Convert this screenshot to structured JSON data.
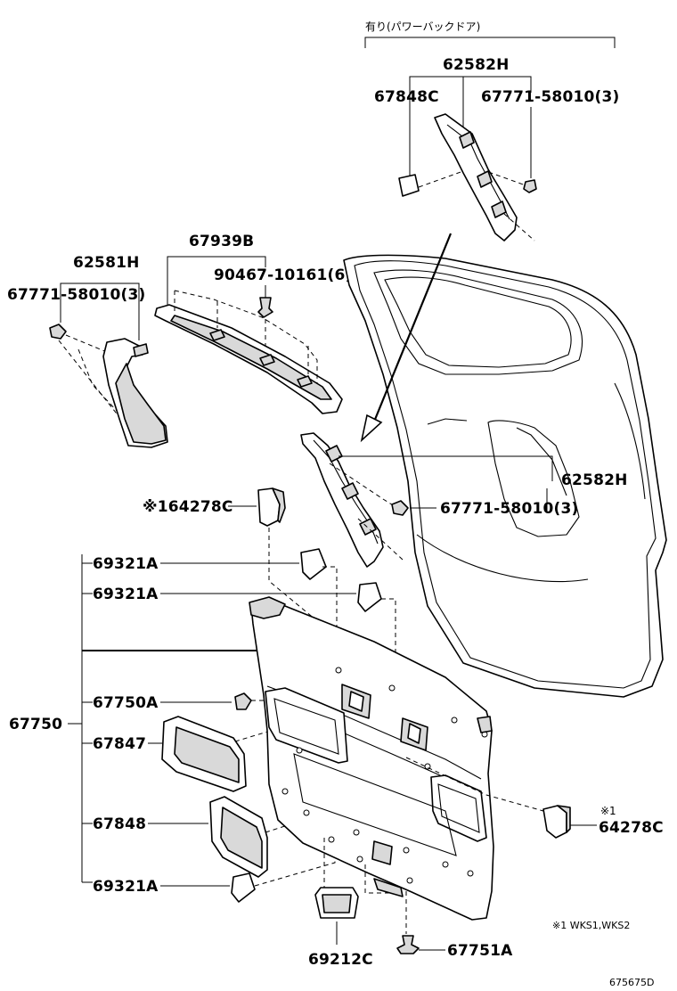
{
  "diagram": {
    "power_back_door_note": "有り(パワーバックドア)",
    "figure_code": "675675D",
    "footnote": "※1 WKS1,WKS2"
  },
  "labels": {
    "p62582H_top": "62582H",
    "p67848C": "67848C",
    "p67771_top": "67771-58010(3)",
    "p67939B": "67939B",
    "p90467": "90467-10161(6)",
    "p62581H": "62581H",
    "p67771_left": "67771-58010(3)",
    "p62582H_right": "62582H",
    "p67771_mid": "67771-58010(3)",
    "p64278C_left": "※164278C",
    "p69321A_1": "69321A",
    "p69321A_2": "69321A",
    "p67750": "67750",
    "p67750A": "67750A",
    "p67847": "67847",
    "p67848": "67848",
    "p69321A_3": "69321A",
    "p64278C_right_mark": "※1",
    "p64278C_right": "64278C",
    "p69212C": "69212C",
    "p67751A": "67751A"
  }
}
